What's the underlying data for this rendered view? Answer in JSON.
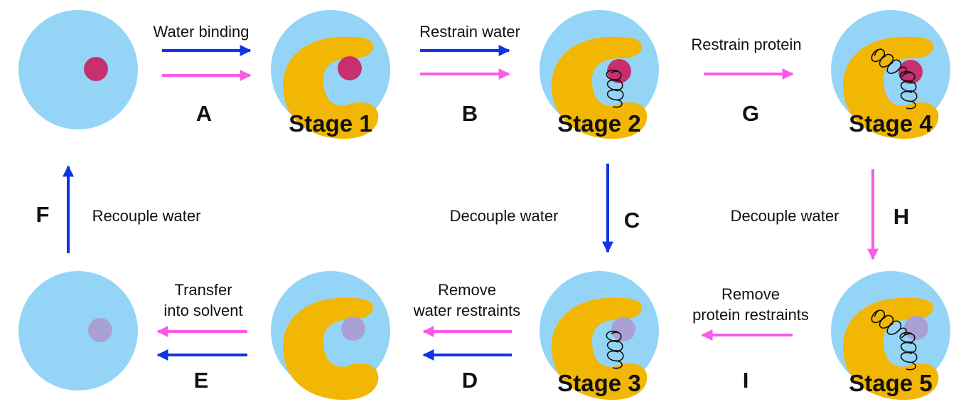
{
  "colors": {
    "water": "#94d5f7",
    "protein": "#f2b705",
    "ligand_coupled": "#c7306e",
    "ligand_decoupled": "#a9a1d3",
    "water_path": "#1034e5",
    "protein_path": "#fb5ae9"
  },
  "stages": {
    "s1": "Stage 1",
    "s2": "Stage 2",
    "s3": "Stage 3",
    "s4": "Stage 4",
    "s5": "Stage 5"
  },
  "steps": {
    "A": {
      "letter": "A",
      "label": "Water binding"
    },
    "B": {
      "letter": "B",
      "label": "Restrain water"
    },
    "G": {
      "letter": "G",
      "label": "Restrain protein"
    },
    "C": {
      "letter": "C",
      "label": "Decouple water"
    },
    "H": {
      "letter": "H",
      "label": "Decouple water"
    },
    "F": {
      "letter": "F",
      "label": "Recouple water"
    },
    "E": {
      "letter": "E",
      "label_line1": "Transfer",
      "label_line2": "into solvent"
    },
    "D": {
      "letter": "D",
      "label_line1": "Remove",
      "label_line2": "water restraints"
    },
    "I": {
      "letter": "I",
      "label_line1": "Remove",
      "label_line2": "protein restraints"
    }
  }
}
